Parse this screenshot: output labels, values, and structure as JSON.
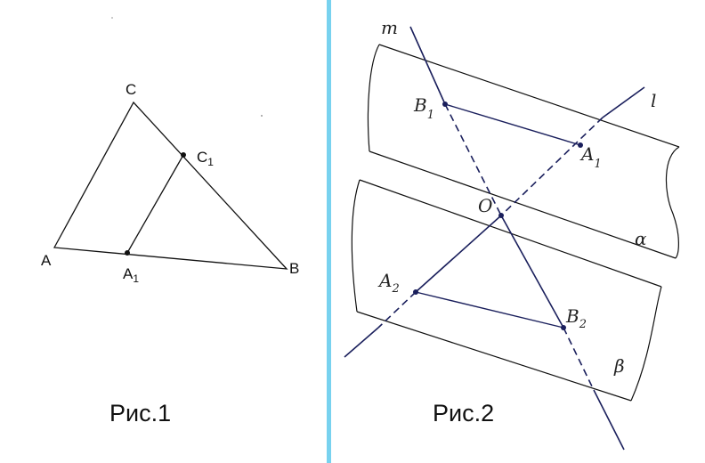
{
  "figure1": {
    "caption": "Рис.1",
    "points": {
      "A": "A",
      "B": "B",
      "C": "C",
      "A1_main": "A",
      "A1_sub": "1",
      "C1_main": "C",
      "C1_sub": "1"
    }
  },
  "figure2": {
    "caption": "Рис.2",
    "lines": {
      "m": "m",
      "l": "l"
    },
    "points": {
      "O": "O",
      "B1_main": "B",
      "B1_sub": "1",
      "A1_main": "A",
      "A1_sub": "1",
      "A2_main": "A",
      "A2_sub": "2",
      "B2_main": "B",
      "B2_sub": "2"
    },
    "planes": {
      "alpha": "α",
      "beta": "β"
    }
  },
  "colors": {
    "divider": "#78d2ef",
    "lines_fig2": "#1a1f5c",
    "lines_fig1": "#111111"
  }
}
